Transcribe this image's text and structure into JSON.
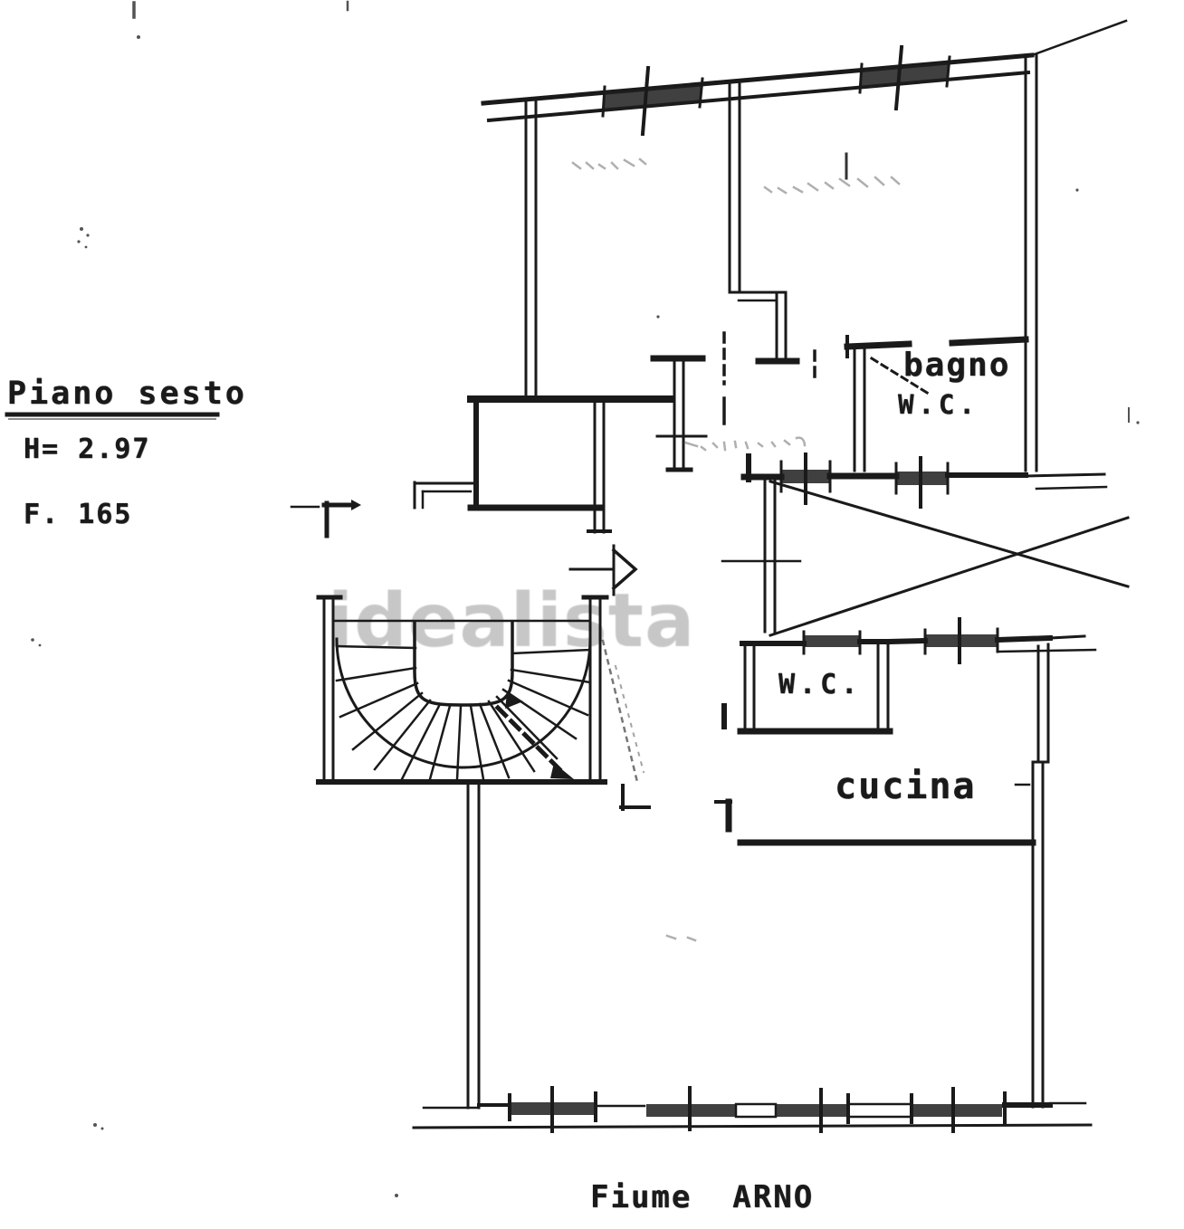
{
  "page": {
    "background": "#ffffff",
    "ink_color": "#1a1a1a"
  },
  "annotations": {
    "floor_label": "Piano sesto",
    "height_label": "H= 2.97",
    "sheet_label": "F. 165",
    "caption": "Fiume  ARNO"
  },
  "rooms": {
    "bagno_label": "bagno",
    "bagno_wc_label": "W.C.",
    "wc_label": "W.C.",
    "cucina_label": "cucina"
  },
  "watermark": {
    "text": "idealista",
    "color": "#9b9b9b"
  }
}
